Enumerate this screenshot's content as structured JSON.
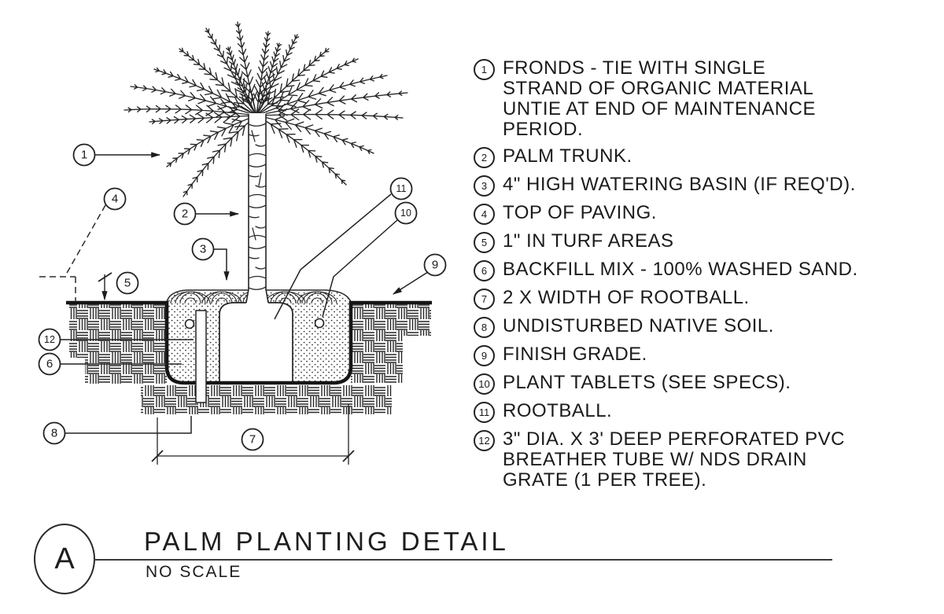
{
  "colors": {
    "ink": "#222222",
    "background": "#ffffff"
  },
  "drawing": {
    "callout_numbers": [
      "1",
      "2",
      "3",
      "4",
      "5",
      "6",
      "7",
      "8",
      "9",
      "10",
      "11",
      "12"
    ]
  },
  "legend": {
    "items": [
      {
        "n": "1",
        "lines": [
          "FRONDS - TIE WITH SINGLE",
          "STRAND OF ORGANIC MATERIAL",
          "UNTIE AT END OF MAINTENANCE",
          "PERIOD."
        ]
      },
      {
        "n": "2",
        "lines": [
          "PALM TRUNK."
        ]
      },
      {
        "n": "3",
        "lines": [
          "4\" HIGH WATERING BASIN (IF REQ'D)."
        ]
      },
      {
        "n": "4",
        "lines": [
          "TOP OF PAVING."
        ]
      },
      {
        "n": "5",
        "lines": [
          "1\" IN TURF AREAS"
        ]
      },
      {
        "n": "6",
        "lines": [
          "BACKFILL MIX - 100% WASHED SAND."
        ]
      },
      {
        "n": "7",
        "lines": [
          "2 X WIDTH OF ROOTBALL."
        ]
      },
      {
        "n": "8",
        "lines": [
          "UNDISTURBED NATIVE SOIL."
        ]
      },
      {
        "n": "9",
        "lines": [
          "FINISH GRADE."
        ]
      },
      {
        "n": "10",
        "lines": [
          "PLANT TABLETS (SEE SPECS)."
        ]
      },
      {
        "n": "11",
        "lines": [
          "ROOTBALL."
        ]
      },
      {
        "n": "12",
        "lines": [
          "3\" DIA. X 3' DEEP PERFORATED PVC",
          "BREATHER TUBE W/ NDS DRAIN",
          "GRATE (1 PER TREE)."
        ]
      }
    ]
  },
  "title_block": {
    "detail_letter": "A",
    "title": "PALM PLANTING DETAIL",
    "scale": "NO SCALE"
  }
}
